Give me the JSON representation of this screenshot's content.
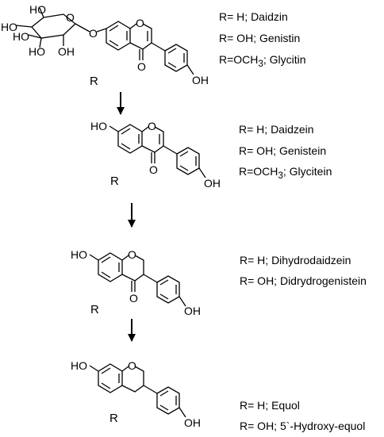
{
  "atoms": {
    "ho": "HO",
    "oh": "OH",
    "o": "O"
  },
  "r_symbol": "R",
  "stage1": {
    "lines": [
      {
        "pre": "R= H; Daidzin",
        "sub": "",
        "post": ""
      },
      {
        "pre": "R= OH; Genistin",
        "sub": "",
        "post": ""
      },
      {
        "pre": "R=OCH",
        "sub": "3",
        "post": "; Glycitin"
      }
    ]
  },
  "stage2": {
    "lines": [
      {
        "pre": "R= H; Daidzein",
        "sub": "",
        "post": ""
      },
      {
        "pre": "R= OH; Genistein",
        "sub": "",
        "post": ""
      },
      {
        "pre": "R=OCH",
        "sub": "3",
        "post": "; Glycitein"
      }
    ]
  },
  "stage3": {
    "lines": [
      {
        "pre": "R= H; Dihydrodaidzein",
        "sub": "",
        "post": ""
      },
      {
        "pre": "R= OH; Didrydrogenistein",
        "sub": "",
        "post": ""
      }
    ]
  },
  "stage4": {
    "lines": [
      {
        "pre": "R= H; Equol",
        "sub": "",
        "post": ""
      },
      {
        "pre": "R= OH; 5`-Hydroxy-equol",
        "sub": "",
        "post": ""
      }
    ]
  }
}
